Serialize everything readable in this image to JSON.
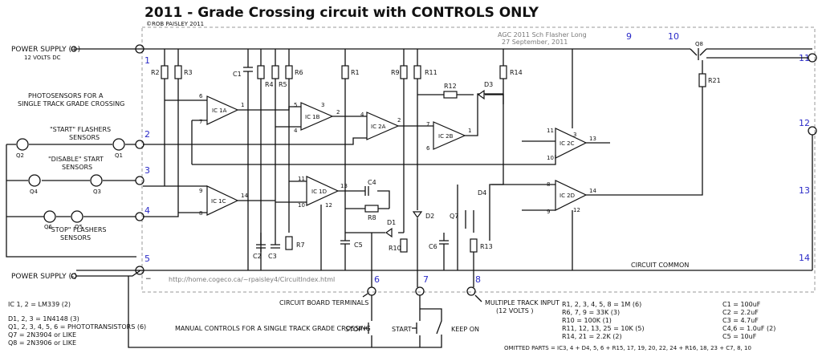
{
  "title": "2011 - Grade Crossing circuit with CONTROLS ONLY",
  "copyright": "©ROB PAISLEY 2011",
  "header_note": {
    "line1": "AGC 2011 Sch Flasher Long",
    "line2": "27 September, 2011"
  },
  "power_pos": {
    "label": "POWER SUPPLY (+)",
    "sub": "12 VOLTS DC"
  },
  "power_neg": {
    "label": "POWER SUPPLY (-)"
  },
  "photosensors": {
    "line1": "PHOTOSENSORS FOR A",
    "line2": "SINGLE TRACK GRADE CROSSING"
  },
  "start_sensors": {
    "line1": "\"START\" FLASHERS",
    "line2": "SENSORS"
  },
  "disable_sensors": {
    "line1": "\"DISABLE\" START",
    "line2": "SENSORS"
  },
  "stop_sensors": {
    "line1": "\"STOP\" FLASHERS",
    "line2": "SENSORS"
  },
  "url": "http://home.cogeco.ca/~rpaisley4/CircuitIndex.html",
  "circuit_common": "CIRCUIT COMMON",
  "board_terminals": "CIRCUIT BOARD TERMINALS",
  "multi_track": {
    "line1": "MULTIPLE TRACK INPUT",
    "line2": "(12 VOLTS )"
  },
  "manual_controls": "MANUAL CONTROLS FOR A SINGLE TRACK GRADE CROSSING",
  "buttons": {
    "stop": "STOP",
    "start": "START",
    "keep_on": "KEEP ON"
  },
  "terminal_numbers": [
    "1",
    "2",
    "3",
    "4",
    "5",
    "6",
    "7",
    "8",
    "9",
    "10",
    "11",
    "12",
    "13",
    "14"
  ],
  "minus_sign": "−",
  "ic_labels": {
    "ic1a": "IC 1A",
    "ic1b": "IC 1B",
    "ic1c": "IC 1C",
    "ic1d": "IC 1D",
    "ic2a": "IC 2A",
    "ic2b": "IC 2B",
    "ic2c": "IC 2C",
    "ic2d": "IC 2D"
  },
  "resistors": {
    "r1": "R1",
    "r2": "R2",
    "r3": "R3",
    "r4": "R4",
    "r5": "R5",
    "r6": "R6",
    "r7": "R7",
    "r8": "R8",
    "r9": "R9",
    "r10": "R10",
    "r11": "R11",
    "r12": "R12",
    "r13": "R13",
    "r14": "R14",
    "r21": "R21"
  },
  "capacitors": {
    "c1": "C1",
    "c2": "C2",
    "c3": "C3",
    "c4": "C4",
    "c5": "C5",
    "c6": "C6"
  },
  "diodes": {
    "d1": "D1",
    "d2": "D2",
    "d3": "D3",
    "d4": "D4"
  },
  "transistors": {
    "q1": "Q1",
    "q2": "Q2",
    "q3": "Q3",
    "q4": "Q4",
    "q5": "Q5",
    "q6": "Q6",
    "q7": "Q7",
    "q8": "Q8"
  },
  "pins": [
    "6",
    "7",
    "1",
    "5",
    "4",
    "2",
    "3",
    "9",
    "8",
    "14",
    "11",
    "10",
    "13",
    "12",
    "4",
    "2",
    "7",
    "6",
    "1",
    "11",
    "10",
    "3",
    "13",
    "8",
    "9",
    "14",
    "12"
  ],
  "parts_left": [
    "IC 1, 2 = LM339 (2)",
    "D1, 2, 3 = 1N4148 (3)",
    "Q1, 2, 3, 4, 5, 6 = PHOTOTRANSISTORS (6)",
    "Q7 = 2N3904 or LIKE",
    "Q8 = 2N3906 or LIKE"
  ],
  "parts_mid": [
    "R1, 2, 3, 4, 5, 8 = 1M (6)",
    "R6, 7, 9 = 33K (3)",
    "R10 = 100K (1)",
    "R11, 12, 13, 25 = 10K (5)",
    "R14, 21 = 2.2K (2)"
  ],
  "parts_right": [
    "C1 = 100uF",
    "C2 = 2.2uF",
    "C3 = 4.7uF",
    "C4,6 = 1.0uF (2)",
    "C5 = 10uF"
  ],
  "omitted": "OMITTED PARTS = IC3, 4 + D4, 5, 6 + R15, 17, 19, 20, 22, 24 + R16, 18, 23 + C7, 8, 10",
  "colors": {
    "wire": "#111111",
    "terminal_numbers": "#2a2ac8",
    "board_outline": "#9a9a9a"
  }
}
